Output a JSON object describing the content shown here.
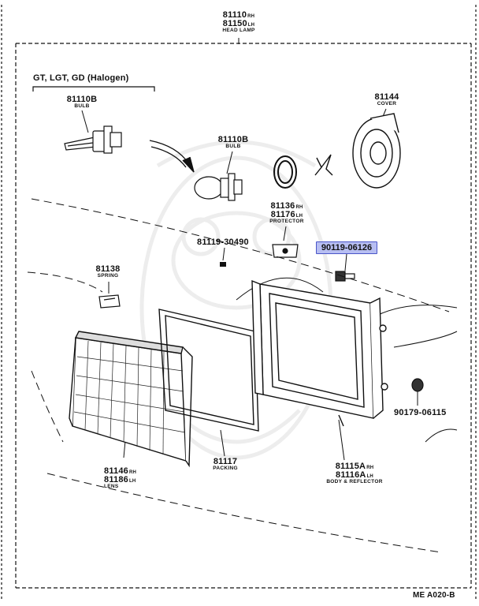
{
  "assembly": {
    "part_rh": "81110",
    "rh_suffix": "RH",
    "part_lh": "81150",
    "lh_suffix": "LH",
    "name": "HEAD LAMP"
  },
  "variant_note": "GT, LGT, GD (Halogen)",
  "parts": {
    "bulb_halogen": {
      "number": "81110B",
      "name": "BULB"
    },
    "bulb_std": {
      "number": "81110B",
      "name": "BULB"
    },
    "cover": {
      "number": "81144",
      "name": "COVER"
    },
    "protector": {
      "number_rh": "81136",
      "number_lh": "81176",
      "name": "PROTECTOR"
    },
    "screw": {
      "number": "81119-30490"
    },
    "bolt_highlighted": {
      "number": "90119-06126"
    },
    "spring": {
      "number": "81138",
      "name": "SPRING"
    },
    "lens": {
      "number_rh": "81146",
      "number_lh": "81186",
      "name": "LENS"
    },
    "packing": {
      "number": "81117",
      "name": "PACKING"
    },
    "body_reflector": {
      "number_rh": "81115A",
      "number_lh": "81116A",
      "name": "BODY & REFLECTOR"
    },
    "nut": {
      "number": "90179-06115"
    }
  },
  "diagram_code": "ME A020-B",
  "highlight_color": "#b7bef2"
}
